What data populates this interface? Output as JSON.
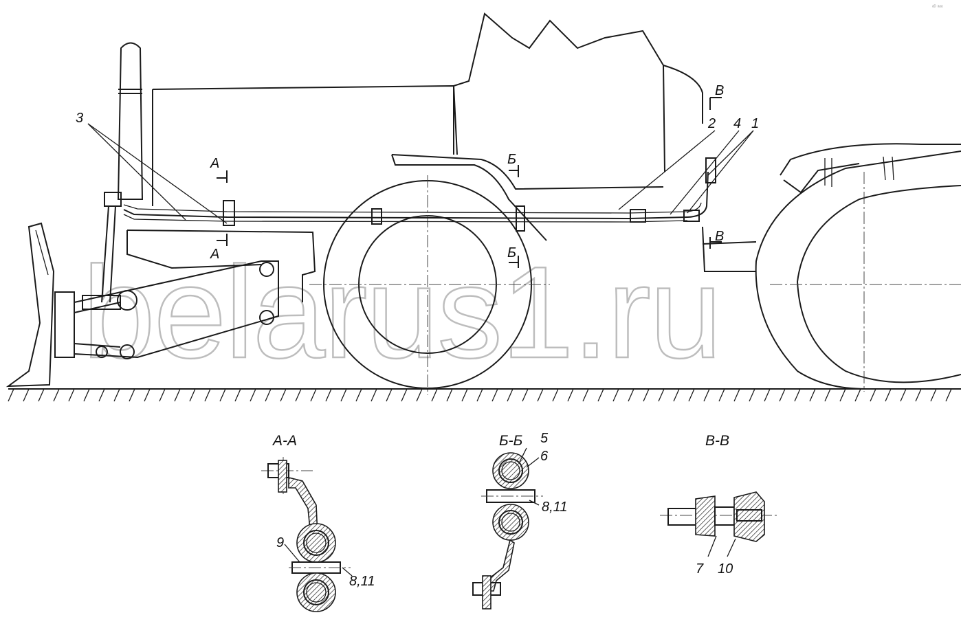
{
  "watermark": "belarus1.ru",
  "corner_mark": "ᵃᴰ ᵃᵃᵃ",
  "callouts": {
    "c1": "1",
    "c2": "2",
    "c3": "3",
    "c4": "4"
  },
  "section_marks": {
    "a_top": "А",
    "a_bottom": "А",
    "b_top": "Б",
    "b_bottom": "Б",
    "v_top": "В",
    "v_bottom": "В"
  },
  "section_views": {
    "aa": {
      "title": "А-А",
      "labels": {
        "l9": "9",
        "l811": "8,11"
      }
    },
    "bb": {
      "title": "Б-Б",
      "labels": {
        "l5": "5",
        "l6": "6",
        "l811": "8,11"
      }
    },
    "vv": {
      "title": "В-В",
      "labels": {
        "l7": "7",
        "l10": "10"
      }
    }
  }
}
